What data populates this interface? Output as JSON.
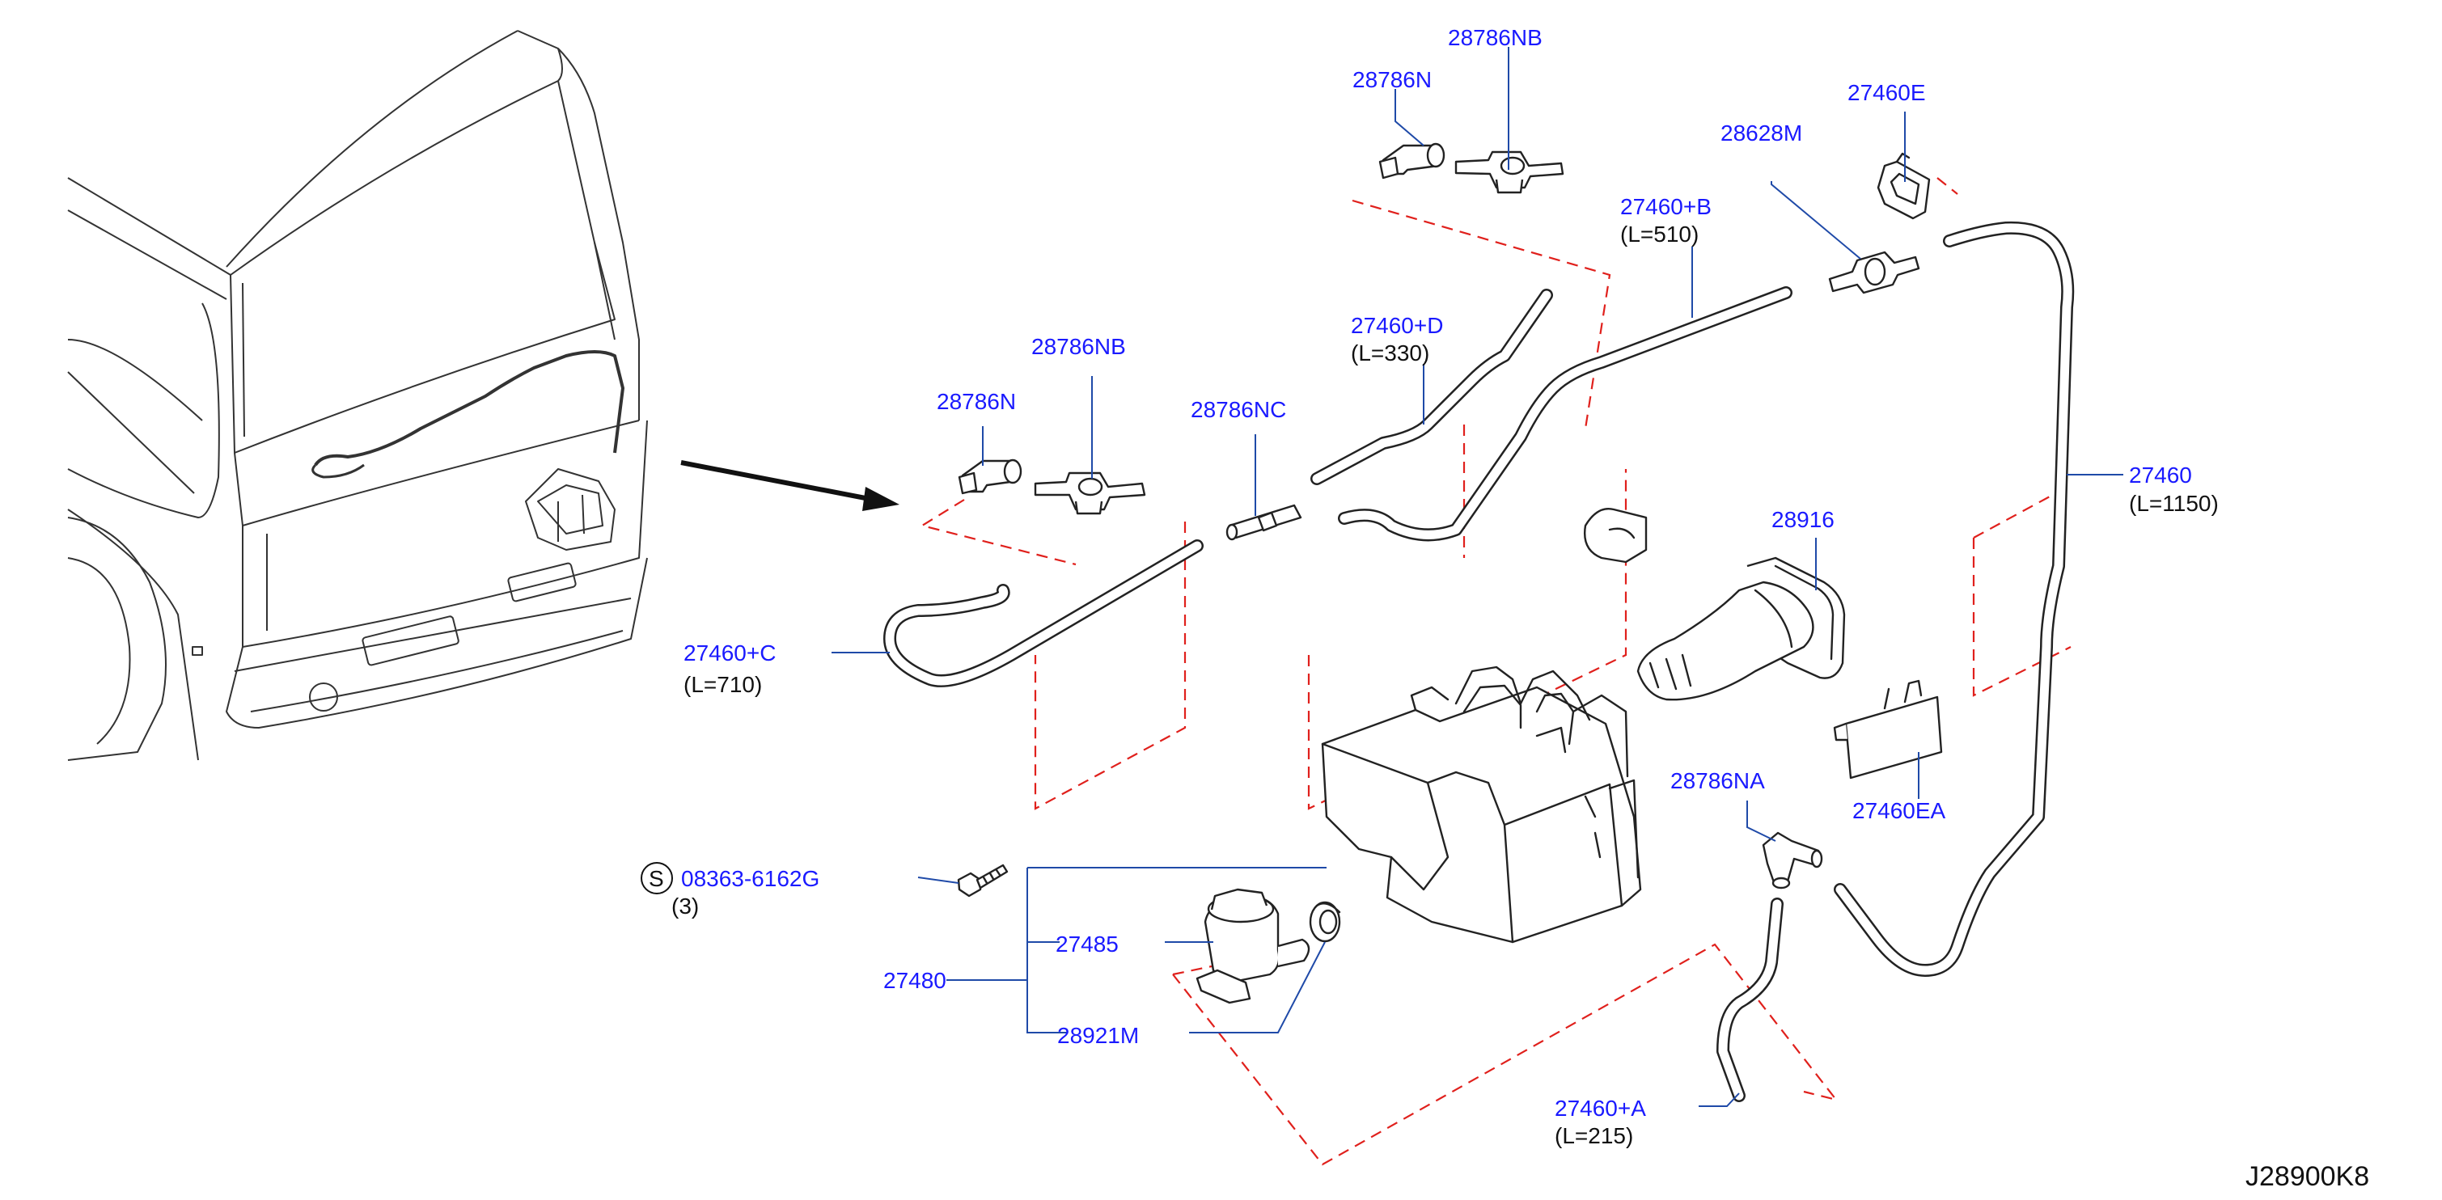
{
  "colors": {
    "part_number": "#1a1aff",
    "leader": "#1f4aa8",
    "dashed_guide": "#e0201c",
    "line_art": "#222222"
  },
  "labels": {
    "p28786NB_top": "28786NB",
    "p28786N_top": "28786N",
    "p27460E": "27460E",
    "p28628M": "28628M",
    "p27460B": "27460+B",
    "p27460B_len": "(L=510)",
    "p27460D": "27460+D",
    "p27460D_len": "(L=330)",
    "p28786NB_mid": "28786NB",
    "p28786N_mid": "28786N",
    "p28786NC": "28786NC",
    "p27460": "27460",
    "p27460_len": "(L=1150)",
    "p28916": "28916",
    "p27460C": "27460+C",
    "p27460C_len": "(L=710)",
    "p27460EA": "27460EA",
    "p28786NA": "28786NA",
    "screw_symbol": "S",
    "p08363": "08363-6162G",
    "p08363_qty": "(3)",
    "p27485": "27485",
    "p27480": "27480",
    "p28921M": "28921M",
    "p27460A": "27460+A",
    "p27460A_len": "(L=215)",
    "diagram_code": "J28900K8"
  },
  "icons": {
    "van": "vehicle-front-view",
    "arrow": "location-arrow",
    "tank": "washer-tank",
    "pump": "washer-pump"
  }
}
